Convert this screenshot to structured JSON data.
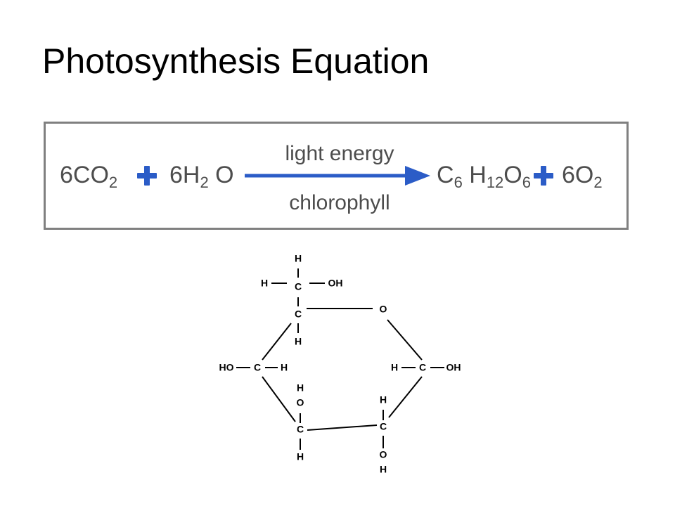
{
  "title": "Photosynthesis Equation",
  "equation": {
    "reactant1": {
      "coef": "6",
      "main": "CO",
      "sub": "2"
    },
    "reactant2": {
      "coef": "6",
      "pre": "H",
      "sub": "2",
      "post": " O"
    },
    "arrow_top": "light energy",
    "arrow_bottom": "chlorophyll",
    "product1": {
      "c": "C",
      "c_sub": "6",
      "h": " H",
      "h_sub": "12",
      "o": "O",
      "o_sub": "6"
    },
    "product2": {
      "coef": "6",
      "main": "O",
      "sub": "2"
    },
    "colors": {
      "text": "#4d4d4d",
      "accent": "#2b5cc7",
      "border": "#808080"
    }
  },
  "molecule": {
    "atoms": {
      "top_h": "H",
      "c6_left_h": "H",
      "c6": "C",
      "c6_oh": "OH",
      "c5": "C",
      "c5_h": "H",
      "ring_o": "O",
      "c4_ho": "HO",
      "c4": "C",
      "c4_h": "H",
      "c1_h": "H",
      "c1": "C",
      "c1_oh": "OH",
      "c3_h": "H",
      "c3_o": "O",
      "c3": "C",
      "c3_bottom_h": "H",
      "c2_h": "H",
      "c2": "C",
      "c2_o": "O",
      "c2_bottom_h": "H"
    }
  }
}
